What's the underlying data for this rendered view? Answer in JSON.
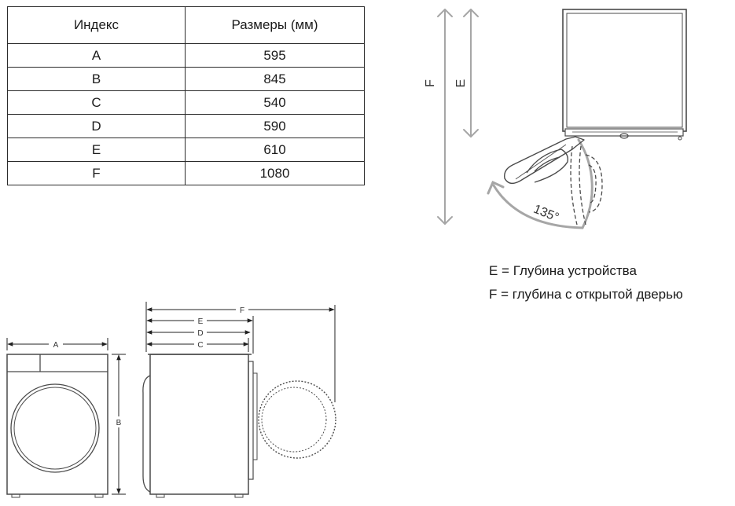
{
  "table": {
    "headers": [
      "Индекс",
      "Размеры (мм)"
    ],
    "rows": [
      [
        "A",
        "595"
      ],
      [
        "B",
        "845"
      ],
      [
        "C",
        "540"
      ],
      [
        "D",
        "590"
      ],
      [
        "E",
        "610"
      ],
      [
        "F",
        "1080"
      ]
    ]
  },
  "legend": {
    "e": "E = Глубина устройства",
    "f": "F = глубина с открытой дверью"
  },
  "top_view": {
    "label_f": "F",
    "label_e": "E",
    "angle": "135°"
  },
  "front_view": {
    "label_a": "A",
    "label_b": "B"
  },
  "side_view": {
    "label_f": "F",
    "label_e": "E",
    "label_d": "D",
    "label_c": "C"
  },
  "colors": {
    "outline": "#4a4a4a",
    "dimension_arrow_gray": "#a6a6a6",
    "table_border": "#2b2b2b"
  }
}
